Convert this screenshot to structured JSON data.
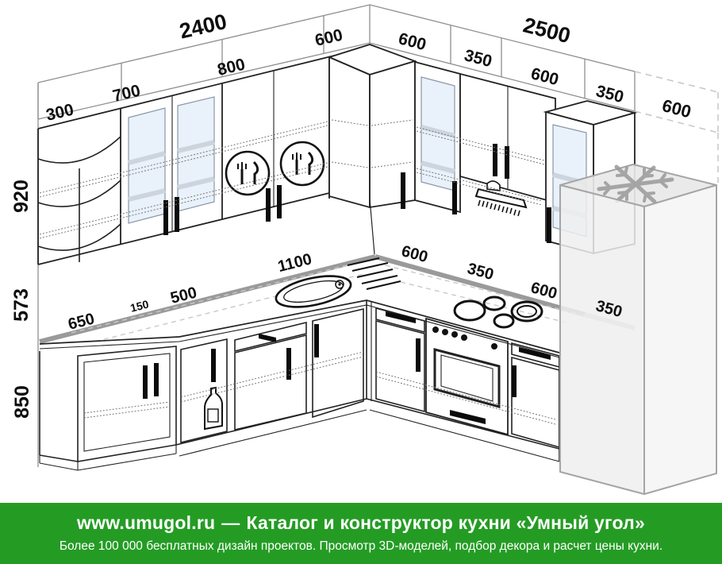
{
  "colors": {
    "accent_green": "#249c24",
    "worktop_gray": "#9a9a9a",
    "ghost_gray": "#b5b5b5",
    "glass_blue": "#e9f1fa",
    "line_black": "#1a1a1a"
  },
  "dimensions": {
    "top_left": {
      "total": "2400",
      "corner": "600",
      "sections": [
        "300",
        "700",
        "800"
      ]
    },
    "top_right": {
      "corner": "600",
      "total": "2500",
      "sections": [
        "350",
        "600",
        "350"
      ],
      "fridge_width": "600"
    },
    "left_heights": {
      "wall_cabinets": "920",
      "apron": "573",
      "base": "850"
    },
    "worktop_left": [
      "650",
      "150",
      "500",
      "1100"
    ],
    "worktop_right": {
      "corner": "600",
      "sections": [
        "350",
        "600"
      ],
      "fridge_depth": "350"
    }
  },
  "footer": {
    "url": "www.umugol.ru",
    "separator": "—",
    "name": "Каталог и конструктор кухни «Умный угол»",
    "tagline": "Более 100 000 бесплатных дизайн проектов. Просмотр 3D-моделей, подбор декора и расчет цены кухни."
  }
}
